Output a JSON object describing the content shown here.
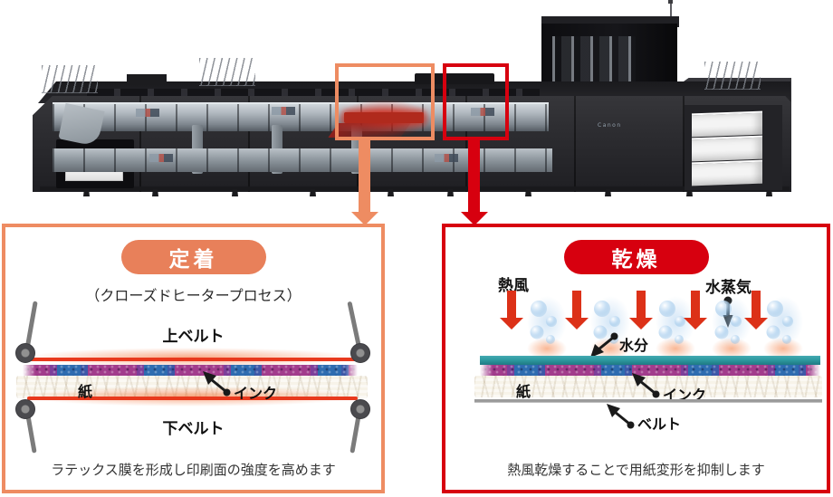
{
  "colors": {
    "fixing_accent": "#EE8C62",
    "fixing_badge": "#E8805A",
    "drying_accent": "#D7000F",
    "belt_heat_red": "#E8391D",
    "hot_air_arrow": "#DC3118",
    "ink_magenta": "#A23C8C",
    "ink_blue": "#2E6CB0",
    "dry_layer_teal": "#2E9AA0"
  },
  "machine": {
    "brand_label": "Canon"
  },
  "fixing_box": {
    "badge": "定着",
    "subtitle": "（クローズドヒータープロセス）",
    "labels": {
      "upper_belt": "上ベルト",
      "paper": "紙",
      "ink": "インク",
      "lower_belt": "下ベルト"
    },
    "caption": "ラテックス膜を形成し印刷面の強度を高めます"
  },
  "drying_box": {
    "badge": "乾燥",
    "labels": {
      "hot_air": "熱風",
      "steam": "水蒸気",
      "moisture": "水分",
      "paper": "紙",
      "ink": "インク",
      "belt": "ベルト"
    },
    "caption": "熱風乾燥することで用紙変形を抑制します"
  }
}
